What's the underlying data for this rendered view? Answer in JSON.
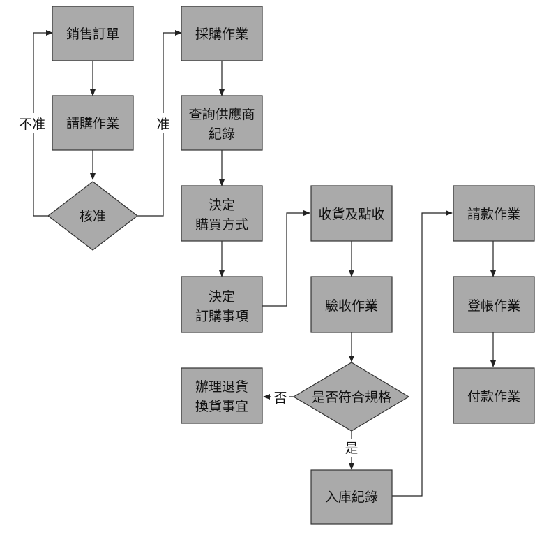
{
  "nodes": {
    "sales_order": [
      "銷售訂單"
    ],
    "requisition": [
      "請購作業"
    ],
    "approve": [
      "核准"
    ],
    "purchasing": [
      "採購作業"
    ],
    "query_supplier": [
      "查詢供應商",
      "紀錄"
    ],
    "decide_method": [
      "決定",
      "購買方式"
    ],
    "decide_order": [
      "決定",
      "訂購事項"
    ],
    "receive_count": [
      "收貨及點收"
    ],
    "inspection": [
      "驗收作業"
    ],
    "spec_check": [
      "是否符合規格"
    ],
    "return_goods": [
      "辦理退貨",
      "換貨事宜"
    ],
    "warehouse_record": [
      "入庫紀錄"
    ],
    "payment_request": [
      "請款作業"
    ],
    "bookkeeping": [
      "登帳作業"
    ],
    "payment": [
      "付款作業"
    ]
  },
  "edge_labels": {
    "not_approved": "不准",
    "approved": "准",
    "no": "否",
    "yes": "是"
  },
  "colors": {
    "node_fill": "#aaaaaa",
    "node_stroke": "#333333",
    "edge": "#222222"
  }
}
